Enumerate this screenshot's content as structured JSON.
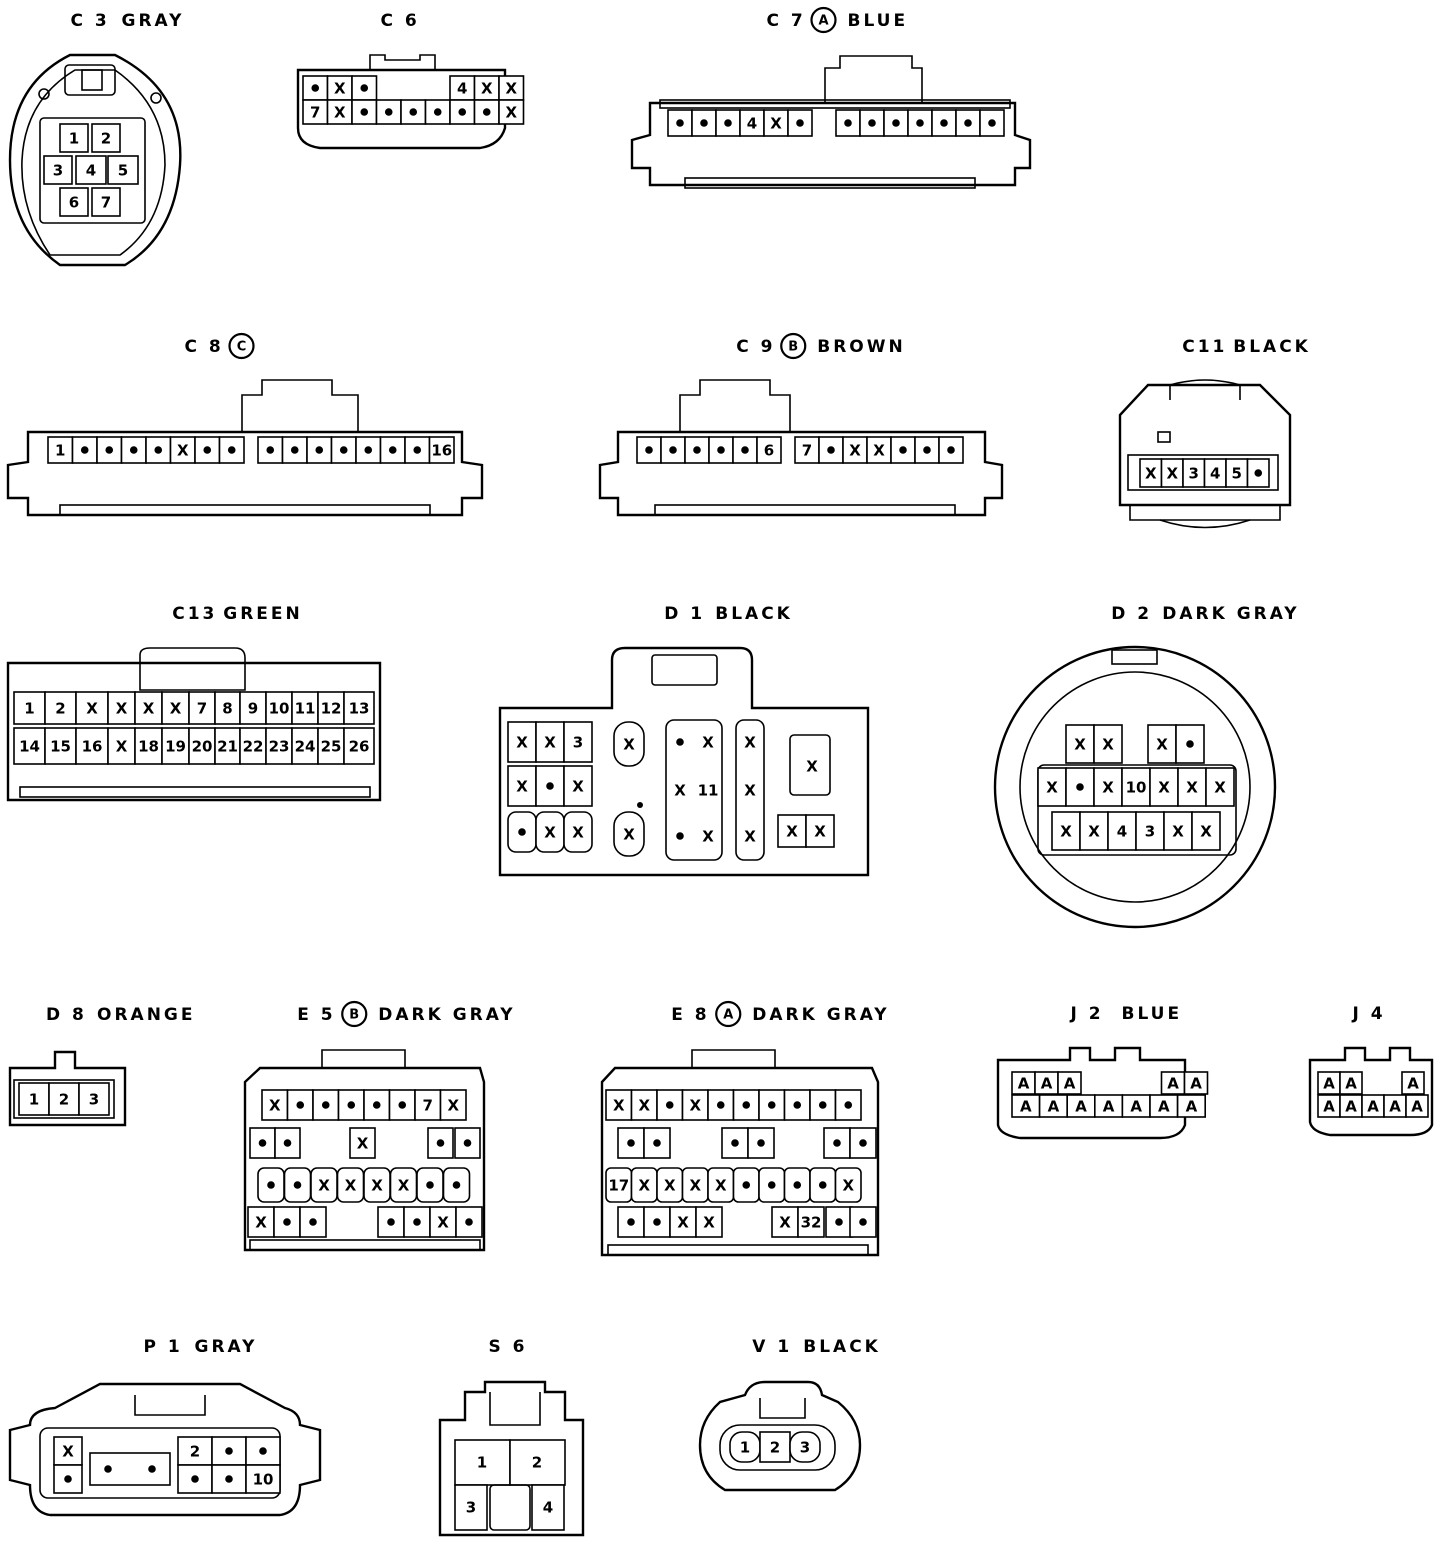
{
  "connectors": [
    {
      "id": "C3",
      "title": "C 3",
      "color": "GRAY",
      "circled": "",
      "pins": [
        [
          "1",
          "2"
        ],
        [
          "3",
          "4",
          "5"
        ],
        [
          "6",
          "7"
        ]
      ]
    },
    {
      "id": "C6",
      "title": "C 6",
      "color": "",
      "circled": "",
      "pins": [
        [
          "•",
          "X",
          "•",
          "",
          "",
          "",
          "4",
          "X",
          "X"
        ],
        [
          "7",
          "X",
          "•",
          "•",
          "•",
          "•",
          "•",
          "•",
          "X"
        ]
      ]
    },
    {
      "id": "C7",
      "title": "C 7",
      "color": "BLUE",
      "circled": "A",
      "pins": [
        [
          "•",
          "•",
          "•",
          "4",
          "X",
          "•",
          "",
          "•",
          "•",
          "•",
          "•",
          "•",
          "•",
          "•"
        ]
      ]
    },
    {
      "id": "C8",
      "title": "C 8",
      "color": "",
      "circled": "C",
      "pins": [
        [
          "1",
          "•",
          "•",
          "•",
          "•",
          "X",
          "•",
          "•",
          "",
          "•",
          "•",
          "•",
          "•",
          "•",
          "•",
          "•",
          "16"
        ]
      ]
    },
    {
      "id": "C9",
      "title": "C 9",
      "color": "BROWN",
      "circled": "B",
      "pins": [
        [
          "•",
          "•",
          "•",
          "•",
          "•",
          "6",
          "",
          "7",
          "•",
          "X",
          "X",
          "•",
          "•",
          "•"
        ]
      ]
    },
    {
      "id": "C11",
      "title": "C11",
      "color": "BLACK",
      "circled": "",
      "pins": [
        [
          "X",
          "X",
          "3",
          "4",
          "5",
          "•"
        ]
      ]
    },
    {
      "id": "C13",
      "title": "C13",
      "color": "GREEN",
      "circled": "",
      "pins": [
        [
          "1",
          "2",
          "X",
          "X",
          "X",
          "X",
          "7",
          "8",
          "9",
          "10",
          "11",
          "12",
          "13"
        ],
        [
          "14",
          "15",
          "16",
          "X",
          "18",
          "19",
          "20",
          "21",
          "22",
          "23",
          "24",
          "25",
          "26"
        ]
      ]
    },
    {
      "id": "D1",
      "title": "D 1",
      "color": "BLACK",
      "circled": "",
      "pins": [
        [
          "X",
          "X",
          "3",
          "X",
          "•",
          "X",
          "X",
          "X"
        ],
        [
          "X",
          "•",
          "X",
          "X",
          "11",
          "X"
        ],
        [
          "•",
          "X",
          "X",
          "X",
          "•",
          "X",
          "X",
          "X",
          "X"
        ]
      ]
    },
    {
      "id": "D2",
      "title": "D 2",
      "color": "DARK GRAY",
      "circled": "",
      "pins": [
        [
          "X",
          "X",
          "X",
          "•"
        ],
        [
          "X",
          "•",
          "X",
          "10",
          "X",
          "X",
          "X"
        ],
        [
          "X",
          "X",
          "4",
          "3",
          "X",
          "X"
        ]
      ]
    },
    {
      "id": "D8",
      "title": "D 8",
      "color": "ORANGE",
      "circled": "",
      "pins": [
        [
          "1",
          "2",
          "3"
        ]
      ]
    },
    {
      "id": "E5",
      "title": "E 5",
      "color": "DARK GRAY",
      "circled": "B",
      "pins": [
        [
          "X",
          "•",
          "•",
          "•",
          "•",
          "•",
          "7",
          "X"
        ],
        [
          "•",
          "•",
          "X",
          "•",
          "•"
        ],
        [
          "•",
          "•",
          "X",
          "X",
          "X",
          "X",
          "•",
          "•"
        ],
        [
          "X",
          "•",
          "•",
          "•",
          "•",
          "X",
          "•"
        ]
      ]
    },
    {
      "id": "E8",
      "title": "E 8",
      "color": "DARK GRAY",
      "circled": "A",
      "pins": [
        [
          "X",
          "X",
          "•",
          "X",
          "•",
          "•",
          "•",
          "•",
          "•",
          "•"
        ],
        [
          "•",
          "•",
          "•",
          "•",
          "•",
          "•"
        ],
        [
          "17",
          "X",
          "X",
          "X",
          "X",
          "•",
          "•",
          "•",
          "•",
          "X"
        ],
        [
          "•",
          "•",
          "X",
          "X",
          "X",
          "32",
          "•",
          "•"
        ]
      ]
    },
    {
      "id": "J2",
      "title": "J 2",
      "color": "BLUE",
      "circled": "",
      "pins": [
        [
          "A",
          "A",
          "A",
          "",
          "",
          "A",
          "A"
        ],
        [
          "A",
          "A",
          "A",
          "A",
          "A",
          "A",
          "A"
        ]
      ]
    },
    {
      "id": "J4",
      "title": "J 4",
      "color": "",
      "circled": "",
      "pins": [
        [
          "A",
          "A",
          "",
          "A"
        ],
        [
          "A",
          "A",
          "A",
          "A",
          "A"
        ]
      ]
    },
    {
      "id": "P1",
      "title": "P 1",
      "color": "GRAY",
      "circled": "",
      "pins": [
        [
          "X",
          "2",
          "•",
          "•"
        ],
        [
          "•",
          "•",
          "•",
          "•",
          "•",
          "10"
        ]
      ]
    },
    {
      "id": "S6",
      "title": "S 6",
      "color": "",
      "circled": "",
      "pins": [
        [
          "1",
          "2"
        ],
        [
          "3",
          "4"
        ]
      ]
    },
    {
      "id": "V1",
      "title": "V 1",
      "color": "BLACK",
      "circled": "",
      "pins": [
        [
          "1",
          "2",
          "3"
        ]
      ]
    }
  ]
}
